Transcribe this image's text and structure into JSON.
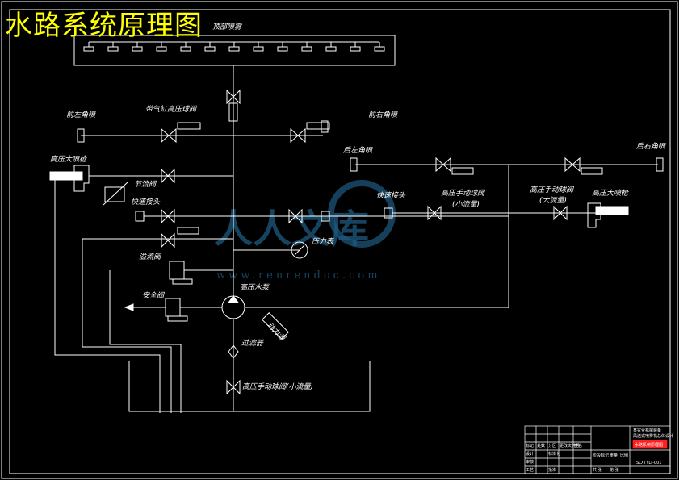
{
  "title": "水路系统原理图",
  "colors": {
    "background": "#000000",
    "line": "#ffffff",
    "title": "#ffff00",
    "watermark": "#1e5a80",
    "stamp": "#ff2020"
  },
  "labels": {
    "top_spray": "顶部喷雾",
    "front_left_spray": "前左角喷",
    "cyl_valve": "带气缸高压球阀",
    "front_right_spray": "前右角喷",
    "rear_left_spray": "后左角喷",
    "rear_right_spray": "后右角喷",
    "hp_gun_left": "高压大喷枪",
    "throttle_valve": "节流阀",
    "quick_joint_left": "快速接头",
    "quick_joint_right": "快速接头",
    "manual_valve_small": "高压手动球阀",
    "manual_valve_small_sub": "(小流量)",
    "manual_valve_large": "高压手动球阀",
    "manual_valve_large_sub": "(大流量)",
    "hp_gun_right": "高压大喷枪",
    "pressure_gauge": "压力表",
    "overflow_valve": "溢流阀",
    "safety_valve": "安全阀",
    "hp_pump": "高压水泵",
    "power_unit": "动力源",
    "filter": "过滤器",
    "bottom_manual_valve": "高压手动球阀(小流量)"
  },
  "title_block": {
    "cells_left": [
      "标记",
      "处数",
      "分区",
      "更改文件号",
      "签名",
      "年月日"
    ],
    "design": "设计",
    "standard": "标准化",
    "review": "审核",
    "craft": "工艺",
    "approve": "批准",
    "stage_mark": "阶段标记",
    "weight": "重量",
    "scale": "比例",
    "sheets": "共 张",
    "sheet_no": "第 张",
    "org": "某农业机械装备",
    "project": "风送式喷雾机总体设计",
    "drawing_name": "水路系统原理图",
    "drawing_no": "SLXTYLT-001"
  },
  "watermark": {
    "main": "人人文库",
    "url": "www.renrendoc.com"
  }
}
